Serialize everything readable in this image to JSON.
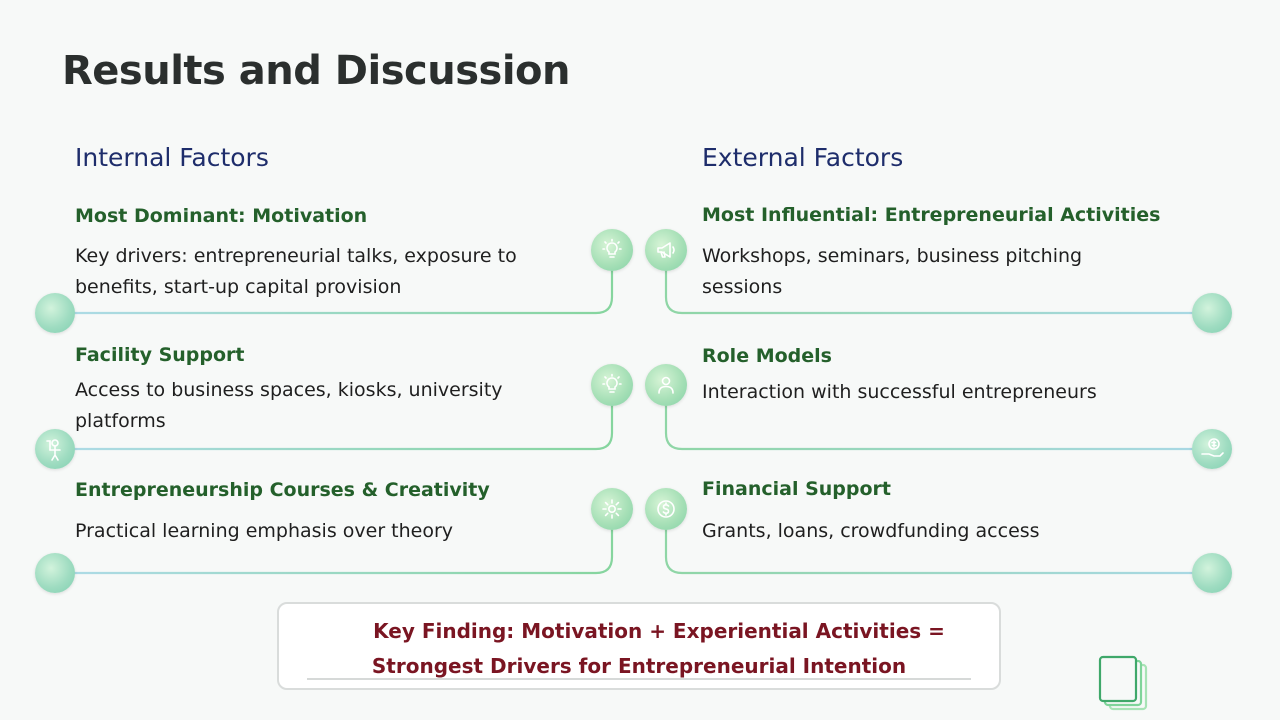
{
  "slide": {
    "title": "Results and Discussion",
    "internal": {
      "heading": "Internal Factors",
      "items": [
        {
          "title": "Most Dominant: Motivation",
          "desc": "Key drivers: entrepreneurial talks, exposure to benefits, start-up capital provision",
          "icon": "lightbulb-icon"
        },
        {
          "title": "Facility Support",
          "desc": "Access to business spaces, kiosks, university platforms",
          "icon": "lightbulb-icon"
        },
        {
          "title": "Entrepreneurship Courses & Creativity",
          "desc": "Practical learning emphasis over theory",
          "icon": "gear-icon"
        }
      ]
    },
    "external": {
      "heading": "External Factors",
      "items": [
        {
          "title": "Most Influential: Entrepreneurial Activities",
          "desc": "Workshops, seminars, business pitching sessions",
          "icon": "megaphone-icon"
        },
        {
          "title": "Role Models",
          "desc": "Interaction with successful entrepreneurs",
          "icon": "person-icon"
        },
        {
          "title": "Financial Support",
          "desc": "Grants, loans, crowdfunding access",
          "icon": "dollar-coin-icon"
        }
      ]
    },
    "key_finding": {
      "line1": "Key Finding: Motivation + Experiential Activities =",
      "line2": "Strongest Drivers for Entrepreneurial Intention"
    },
    "colors": {
      "heading": "#1e2d6b",
      "item_title": "#24602b",
      "finding_text": "#7a1522",
      "connector_start": "#a9d8e6",
      "connector_end": "#7fd49a"
    }
  }
}
